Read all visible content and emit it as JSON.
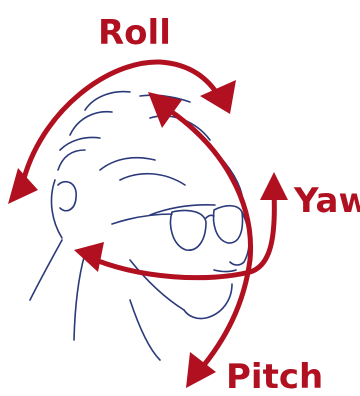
{
  "labels": {
    "roll": "Roll",
    "yaw": "Yaw",
    "pitch": "Pitch"
  },
  "colors": {
    "arrow": "#b01020",
    "sketch": "#2b3a7a",
    "background": "#ffffff"
  }
}
